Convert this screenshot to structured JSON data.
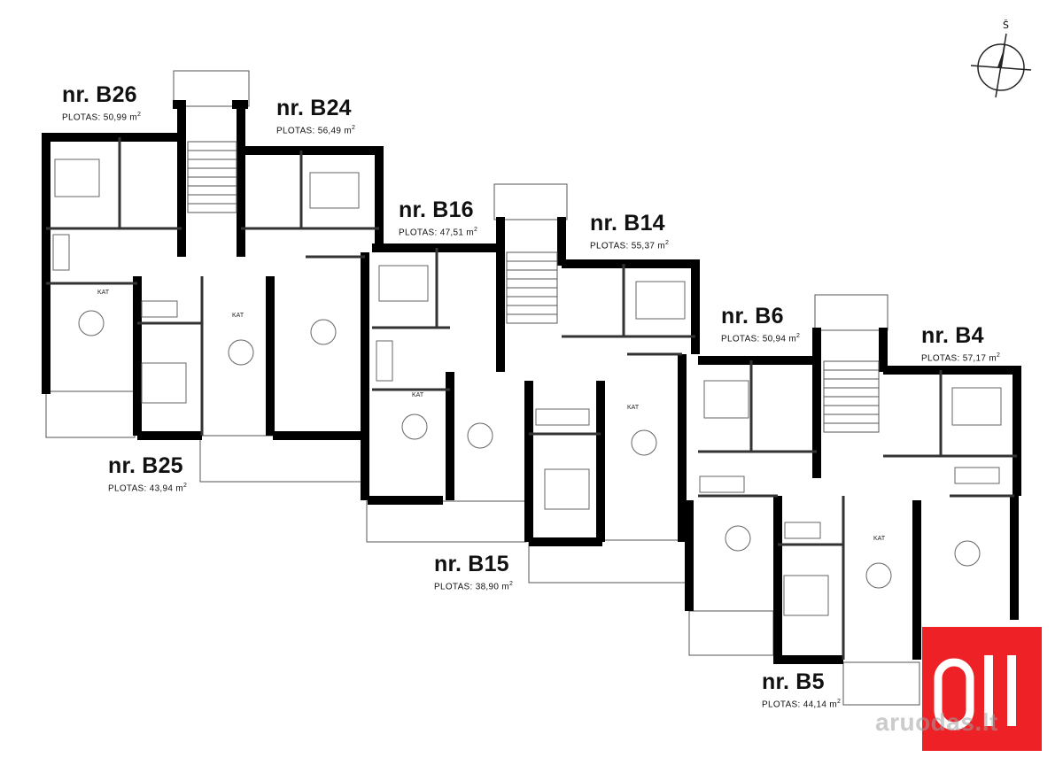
{
  "compass": {
    "north_label": "Š"
  },
  "units": [
    {
      "id": "b26",
      "name": "nr. B26",
      "area_prefix": "PLOTAS:",
      "area_value": "50,99",
      "area_unit": "m",
      "area_sup": "2"
    },
    {
      "id": "b24",
      "name": "nr. B24",
      "area_prefix": "PLOTAS:",
      "area_value": "56,49",
      "area_unit": "m",
      "area_sup": "2"
    },
    {
      "id": "b16",
      "name": "nr. B16",
      "area_prefix": "PLOTAS:",
      "area_value": "47,51",
      "area_unit": "m",
      "area_sup": "2"
    },
    {
      "id": "b14",
      "name": "nr. B14",
      "area_prefix": "PLOTAS:",
      "area_value": "55,37",
      "area_unit": "m",
      "area_sup": "2"
    },
    {
      "id": "b6",
      "name": "nr. B6",
      "area_prefix": "PLOTAS:",
      "area_value": "50,94",
      "area_unit": "m",
      "area_sup": "2"
    },
    {
      "id": "b4",
      "name": "nr. B4",
      "area_prefix": "PLOTAS:",
      "area_value": "57,17",
      "area_unit": "m",
      "area_sup": "2"
    },
    {
      "id": "b25",
      "name": "nr. B25",
      "area_prefix": "PLOTAS:",
      "area_value": "43,94",
      "area_unit": "m",
      "area_sup": "2"
    },
    {
      "id": "b15",
      "name": "nr. B15",
      "area_prefix": "PLOTAS:",
      "area_value": "38,90",
      "area_unit": "m",
      "area_sup": "2"
    },
    {
      "id": "b5",
      "name": "nr. B5",
      "area_prefix": "PLOTAS:",
      "area_value": "44,14",
      "area_unit": "m",
      "area_sup": "2"
    }
  ],
  "room_tag": "KAT",
  "watermark": "aruodas.lt",
  "colors": {
    "wall": "#000000",
    "logo": "#ee2126",
    "line": "#444444"
  }
}
